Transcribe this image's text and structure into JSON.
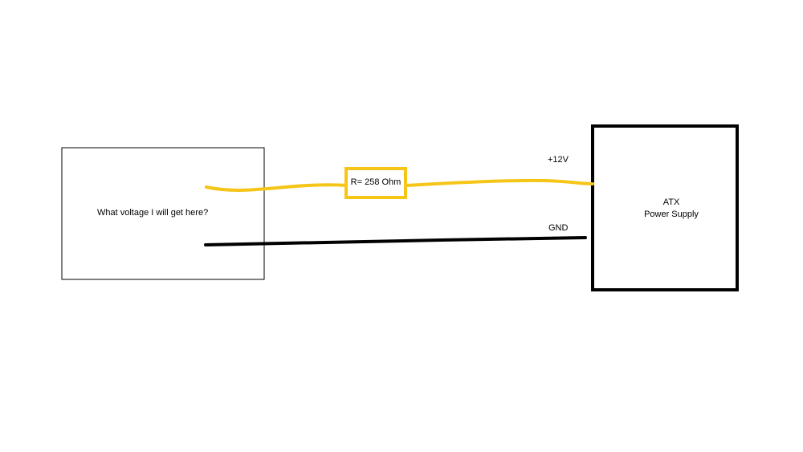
{
  "colors": {
    "background": "#ffffff",
    "positive_wire": "#f5c518",
    "ground_wire": "#000000",
    "resistor_outline": "#f5c518",
    "box_outline": "#000000"
  },
  "load_box": {
    "text": "What voltage I will get here?"
  },
  "resistor": {
    "label": "R= 258 Ohm"
  },
  "wires": {
    "positive_label": "+12V",
    "ground_label": "GND"
  },
  "power_supply": {
    "line1": "ATX",
    "line2": "Power Supply"
  }
}
